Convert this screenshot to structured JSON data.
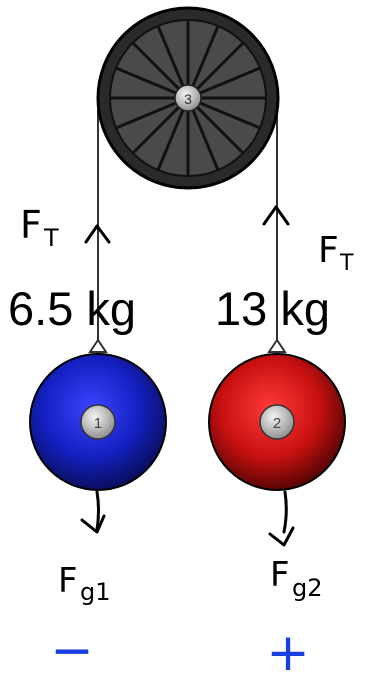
{
  "pulley": {
    "number": "3"
  },
  "mass_left": {
    "label": "6.5 kg",
    "ball_number": "1",
    "color": "#1520c8"
  },
  "mass_right": {
    "label": "13 kg",
    "ball_number": "2",
    "color": "#cc1010"
  },
  "tension_left": {
    "main": "F",
    "sub": "T"
  },
  "tension_right": {
    "main": "F",
    "sub": "T"
  },
  "gravity_left": {
    "main": "F",
    "sub": "g1"
  },
  "gravity_right": {
    "main": "F",
    "sub": "g2"
  },
  "sign_left": {
    "text": "−",
    "color": "#1a3ee0"
  },
  "sign_right": {
    "text": "+",
    "color": "#1a3ee0"
  }
}
